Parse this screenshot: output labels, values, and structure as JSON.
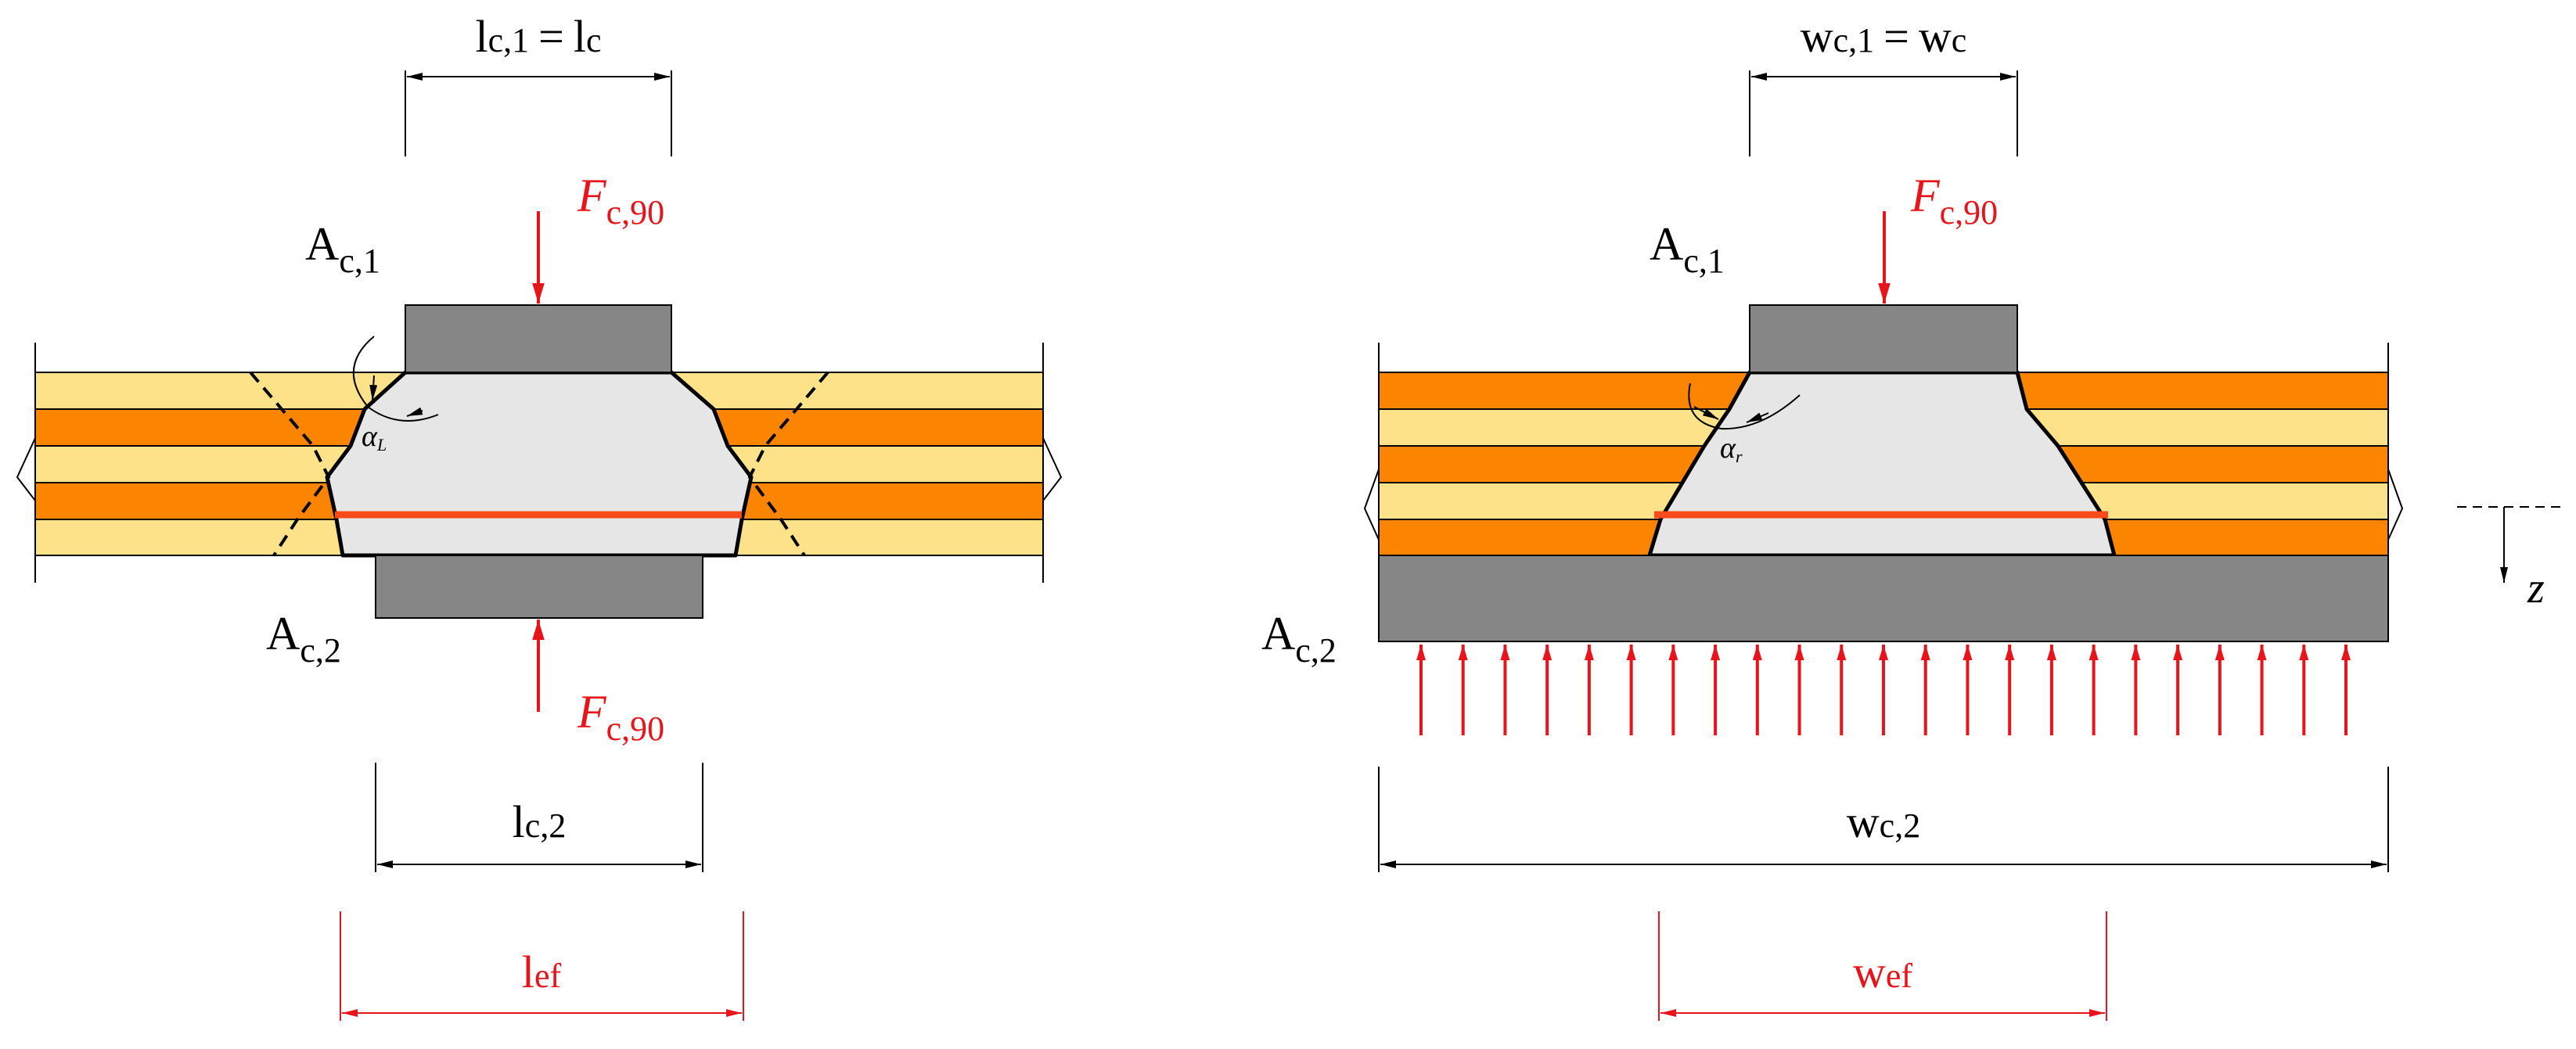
{
  "colors": {
    "lamella_light": "#fde28a",
    "lamella_dark": "#fb8400",
    "plate": "#868686",
    "spread_zone": "#e6e6e6",
    "force": "#e8141b",
    "effective_line": "#fb4a1a",
    "line": "#000000"
  },
  "left": {
    "top_dim": {
      "lhs_main": "l",
      "lhs_sub": "c,1",
      "equals": "=",
      "rhs_main": "l",
      "rhs_sub": "c"
    },
    "force_top": {
      "main": "F",
      "sub": "c,90"
    },
    "area_top": {
      "main": "A",
      "sub": "c,1"
    },
    "angle": {
      "main": "α",
      "sub": "L"
    },
    "area_bottom": {
      "main": "A",
      "sub": "c,2"
    },
    "force_bottom": {
      "main": "F",
      "sub": "c,90"
    },
    "bottom_dim": {
      "main": "l",
      "sub": "c,2"
    },
    "eff_dim": {
      "main": "l",
      "sub": "ef"
    }
  },
  "right": {
    "top_dim": {
      "lhs_main": "w",
      "lhs_sub": "c,1",
      "equals": "=",
      "rhs_main": "w",
      "rhs_sub": "c"
    },
    "force_top": {
      "main": "F",
      "sub": "c,90"
    },
    "area_top": {
      "main": "A",
      "sub": "c,1"
    },
    "angle": {
      "main": "α",
      "sub": "r"
    },
    "area_bottom": {
      "main": "A",
      "sub": "c,2"
    },
    "axis": "z",
    "bottom_dim": {
      "main": "w",
      "sub": "c,2"
    },
    "eff_dim": {
      "main": "w",
      "sub": "ef"
    }
  }
}
